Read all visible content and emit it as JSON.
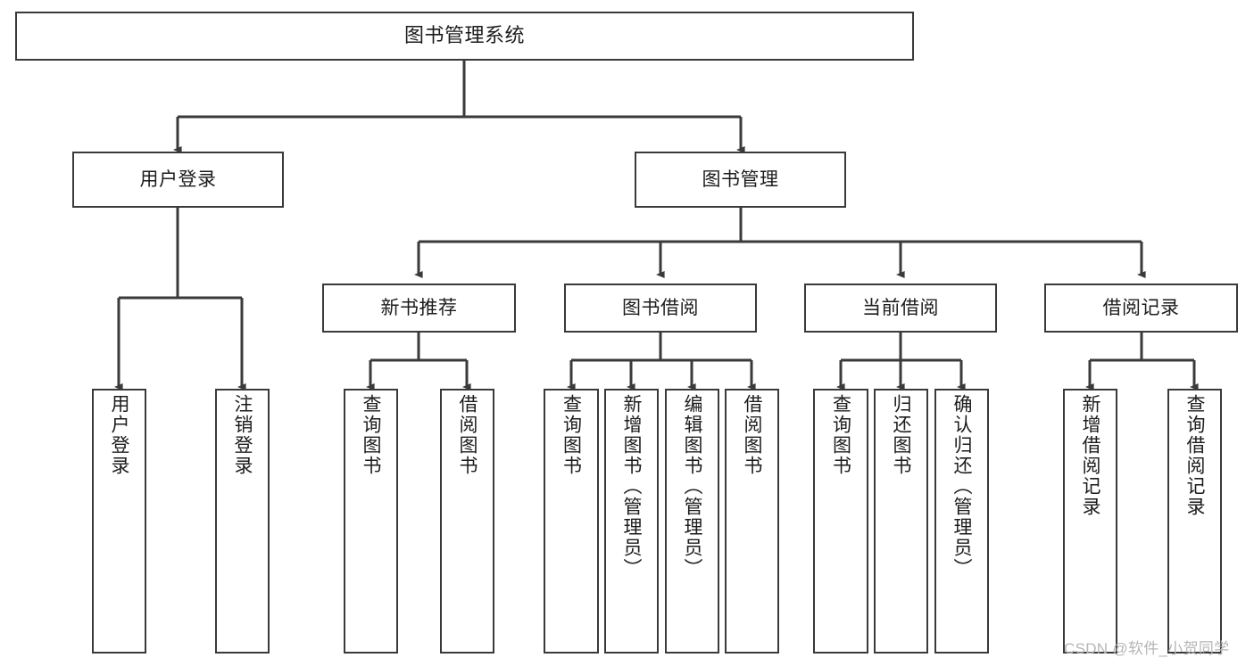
{
  "diagram": {
    "title": "图书管理系统",
    "type": "tree-hierarchy",
    "stroke_color": "#3a3a3a",
    "node_fill": "#ffffff",
    "text_color": "#1c1c1c",
    "levels": {
      "root": {
        "label": "图书管理系统"
      },
      "level2": [
        {
          "label": "用户登录"
        },
        {
          "label": "图书管理"
        }
      ],
      "level3": [
        {
          "label": "新书推荐"
        },
        {
          "label": "图书借阅"
        },
        {
          "label": "当前借阅"
        },
        {
          "label": "借阅记录"
        }
      ],
      "leaves": {
        "user_login": [
          {
            "label": "用户登录"
          },
          {
            "label": "注销登录"
          }
        ],
        "new_book_recommend": [
          {
            "label": "查询图书"
          },
          {
            "label": "借阅图书"
          }
        ],
        "book_borrow": [
          {
            "label": "查询图书"
          },
          {
            "label": "新增图书（管理员）"
          },
          {
            "label": "编辑图书（管理员）"
          },
          {
            "label": "借阅图书"
          }
        ],
        "current_borrow": [
          {
            "label": "查询图书"
          },
          {
            "label": "归还图书"
          },
          {
            "label": "确认归还（管理员）"
          }
        ],
        "borrow_record": [
          {
            "label": "新增借阅记录"
          },
          {
            "label": "查询借阅记录"
          }
        ]
      }
    }
  },
  "watermark": {
    "text": "CSDN @软件_小贺同学"
  }
}
